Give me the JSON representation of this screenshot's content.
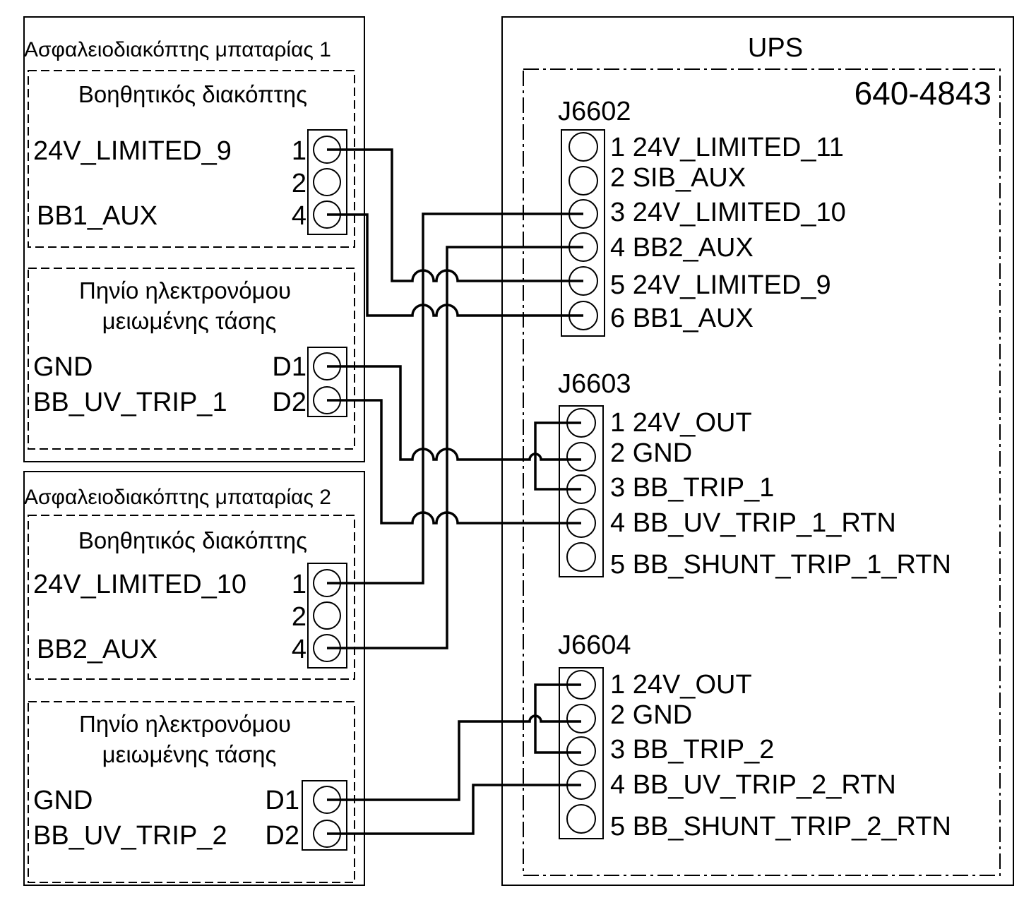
{
  "breaker1": {
    "title": "Ασφαλειοδιακόπτης μπαταρίας 1",
    "aux": {
      "title": "Βοηθητικός διακόπτης",
      "signals": [
        "24V_LIMITED_9",
        "BB1_AUX"
      ],
      "pins": [
        "1",
        "2",
        "4"
      ]
    },
    "coil": {
      "title_line1": "Πηνίο ηλεκτρονόμου",
      "title_line2": "μειωμένης τάσης",
      "signals": [
        "GND",
        "BB_UV_TRIP_1"
      ],
      "pins": [
        "D1",
        "D2"
      ]
    }
  },
  "breaker2": {
    "title": "Ασφαλειοδιακόπτης μπαταρίας 2",
    "aux": {
      "title": "Βοηθητικός διακόπτης",
      "signals": [
        "24V_LIMITED_10",
        "BB2_AUX"
      ],
      "pins": [
        "1",
        "2",
        "4"
      ]
    },
    "coil": {
      "title_line1": "Πηνίο ηλεκτρονόμου",
      "title_line2": "μειωμένης τάσης",
      "signals": [
        "GND",
        "BB_UV_TRIP_2"
      ],
      "pins": [
        "D1",
        "D2"
      ]
    }
  },
  "ups": {
    "title": "UPS",
    "board": "640-4843",
    "j6602": {
      "name": "J6602",
      "pins": [
        "1 24V_LIMITED_11",
        "2 SIB_AUX",
        "3 24V_LIMITED_10",
        "4 BB2_AUX",
        "5 24V_LIMITED_9",
        "6 BB1_AUX"
      ]
    },
    "j6603": {
      "name": "J6603",
      "pins": [
        "1 24V_OUT",
        "2 GND",
        "3 BB_TRIP_1",
        "4 BB_UV_TRIP_1_RTN",
        "5 BB_SHUNT_TRIP_1_RTN"
      ]
    },
    "j6604": {
      "name": "J6604",
      "pins": [
        "1 24V_OUT",
        "2 GND",
        "3 BB_TRIP_2",
        "4 BB_UV_TRIP_2_RTN",
        "5 BB_SHUNT_TRIP_2_RTN"
      ]
    }
  }
}
